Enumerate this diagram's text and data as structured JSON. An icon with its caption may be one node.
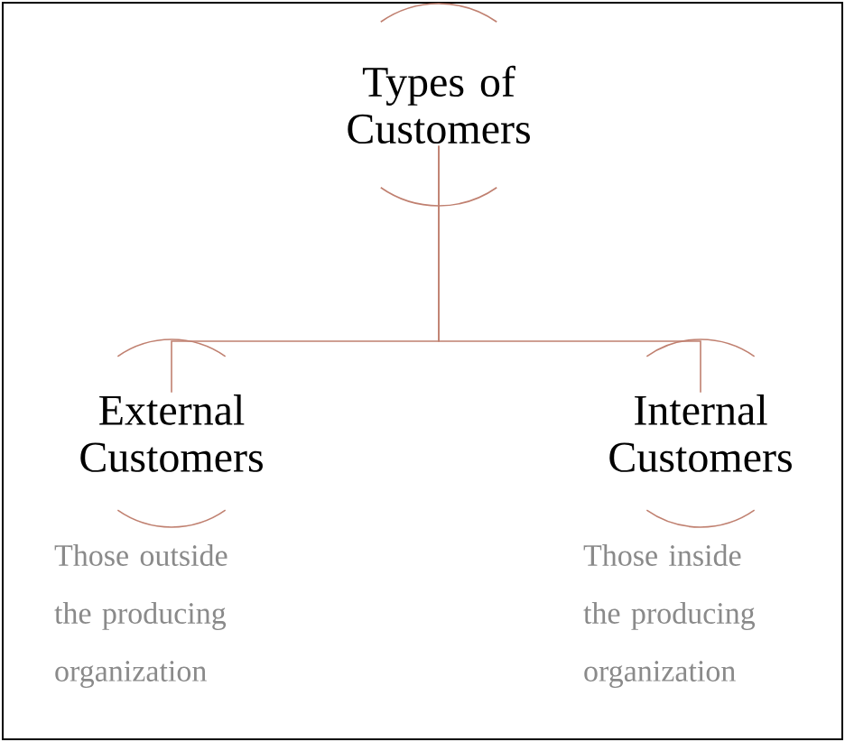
{
  "diagram": {
    "nodes": [
      {
        "text": [
          "Types of Customers"
        ]
      },
      {
        "text": [
          "External Customers"
        ],
        "beside": [
          "Those outside the producing organization"
        ]
      },
      {
        "text": [
          "Internal Customers"
        ],
        "beside": [
          "Those inside the producing organization"
        ]
      }
    ],
    "edges": [
      {
        "from": 0,
        "to": 1,
        "arrow": "none"
      },
      {
        "from": 0,
        "to": 2,
        "arrow": "none"
      }
    ]
  }
}
